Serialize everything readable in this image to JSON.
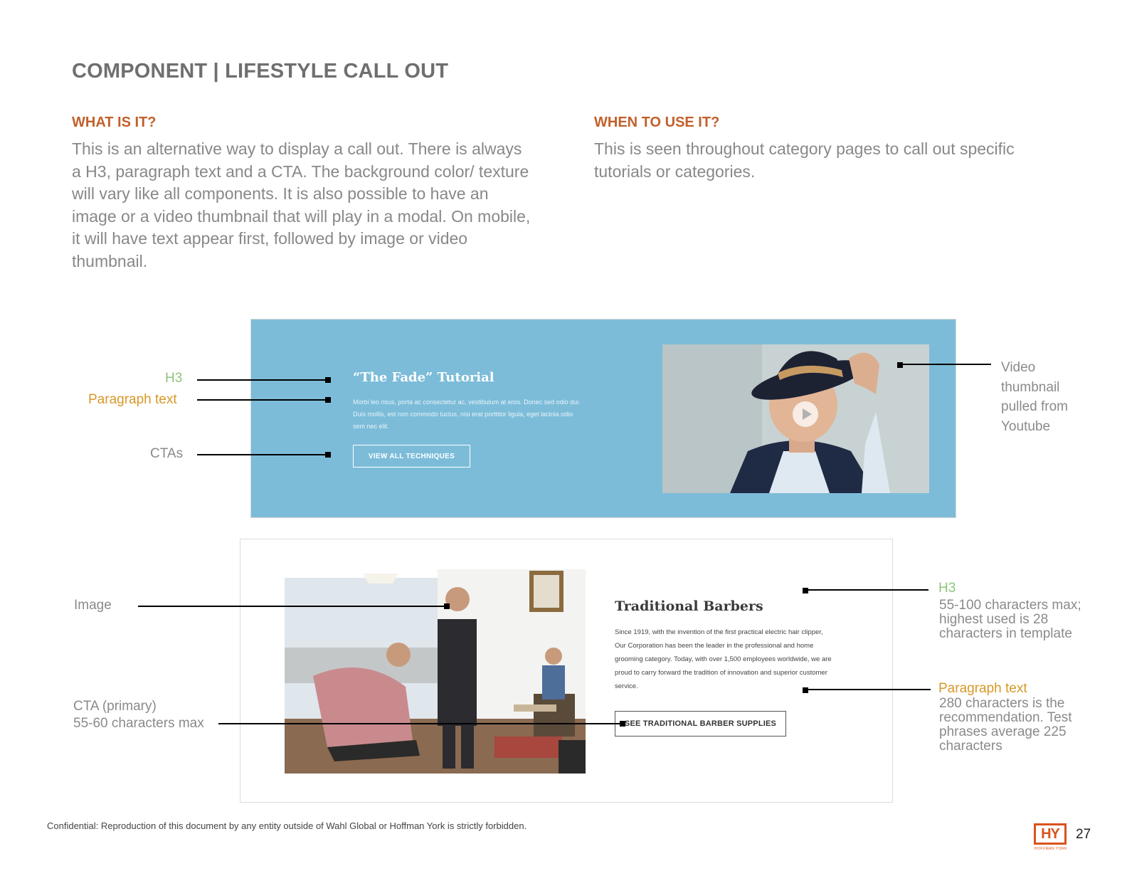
{
  "page": {
    "title": "COMPONENT | LIFESTYLE CALL OUT",
    "number": "27"
  },
  "what": {
    "heading": "WHAT IS IT?",
    "body": "This is an alternative way to display a call out. There is always a H3, paragraph text and a CTA. The background color/ texture will vary like all components. It is also possible to have an image or a video thumbnail that will play in a modal. On mobile, it will have text appear first, followed by image or video thumbnail."
  },
  "when": {
    "heading": "WHEN TO USE IT?",
    "body": "This is seen throughout category pages to call out specific tutorials or categories."
  },
  "blue_callout": {
    "h3": "“The Fade” Tutorial",
    "paragraph": "Morbi leo risus, porta ac consectetur ac, vestibulum at eros. Donec sed odio dui. Duis mollis, est non commodo luctus, nisi erat porttitor ligula, eget lacinia odio sem nec elit.",
    "cta": "VIEW ALL TECHNIQUES",
    "background_color": "#7cbcd9"
  },
  "white_callout": {
    "h3": "Traditional Barbers",
    "paragraph": "Since 1919, with the invention of the first practical electric hair clipper, Our Corporation has been the leader in the professional and home grooming category. Today, with over 1,500 employees worldwide, we are proud to carry forward the tradition of innovation and superior customer service.",
    "cta": "SEE TRADITIONAL BARBER SUPPLIES"
  },
  "annotations": {
    "blue_h3": "H3",
    "blue_paragraph": "Paragraph text",
    "blue_ctas": "CTAs",
    "video_lines": [
      "Video",
      "thumbnail",
      "pulled from",
      "Youtube"
    ],
    "image": "Image",
    "cta_primary_lines": [
      "CTA (primary)",
      "55-60 characters max"
    ],
    "white_h3": "H3",
    "white_h3_note": "55-100 characters max; highest used is 28 characters in template",
    "white_paragraph": "Paragraph text",
    "white_paragraph_note": "280 characters is the recommendation. Test phrases average 225 characters"
  },
  "footer": {
    "confidential": "Confidential: Reproduction of this document by any entity outside of Wahl Global or Hoffman York is strictly forbidden.",
    "logo_mark": "HY",
    "logo_name": "HOFFMAN YORK"
  },
  "colors": {
    "heading_orange": "#c1602b",
    "annotation_green": "#8cc47a",
    "annotation_orange": "#d79827",
    "logo_orange": "#d9531e"
  }
}
